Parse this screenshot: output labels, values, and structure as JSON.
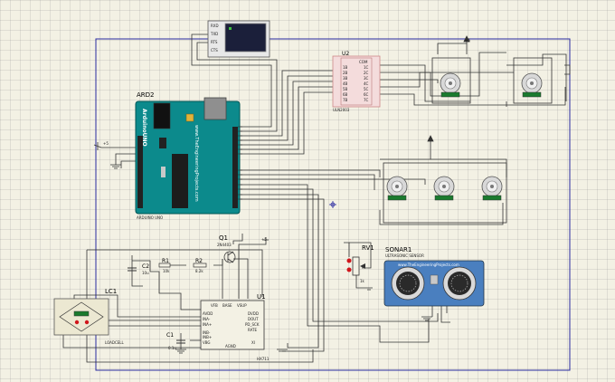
{
  "colors": {
    "sheet_border": "#2a2aa0",
    "wire": "#333333",
    "arduino_board": "#0c8a8c",
    "ic_body": "#f4dcdc",
    "module_body": "#e8e8e8",
    "sonar_body": "#4a7fbf",
    "virtual_terminal": "#1b1f3a",
    "probe_red": "#d0151b",
    "display_green": "#1a7a2e"
  },
  "arduino": {
    "ref": "ARD2",
    "part": "ARDUINO UNO",
    "brand": "www.TheEngineeringProjects.com",
    "logo": "ArduinoUNO"
  },
  "driver": {
    "ref": "U2",
    "part": "ULN2003",
    "pin_com": "COM",
    "inputs": [
      "1B",
      "2B",
      "3B",
      "4B",
      "5B",
      "6B",
      "7B"
    ],
    "outputs": [
      "1C",
      "2C",
      "3C",
      "4C",
      "5C",
      "6C",
      "7C"
    ]
  },
  "terminal": {
    "pins": [
      "RXD",
      "TXD",
      "RTS",
      "CTS"
    ]
  },
  "sonar": {
    "ref": "SONAR1",
    "part": "ULTRASONIC SENSOR",
    "brand": "www.TheEngineeringProjects.com"
  },
  "pot": {
    "ref": "RV1",
    "value": "1k"
  },
  "transistor": {
    "ref": "Q1",
    "part": "2N4403"
  },
  "components": {
    "c2": {
      "ref": "C2",
      "value": "10u"
    },
    "r1": {
      "ref": "R1",
      "value": "10k"
    },
    "r2": {
      "ref": "R2",
      "value": "8.2k"
    },
    "c1": {
      "ref": "C1",
      "value": "0.1u"
    }
  },
  "hx711": {
    "ref": "U1",
    "part": "HX711",
    "left_pins": [
      "VFB",
      "AVDD",
      "INA-",
      "INA+",
      "INB-",
      "INB+",
      "VBG"
    ],
    "top_pins": [
      "BASE",
      "VSUP"
    ],
    "right_pins": [
      "DVDD",
      "DOUT",
      "PD_SCK",
      "RATE",
      "XI"
    ],
    "bottom_pin": "AGND"
  },
  "loadcell": {
    "ref": "LC1",
    "part": "LOADCELL"
  }
}
